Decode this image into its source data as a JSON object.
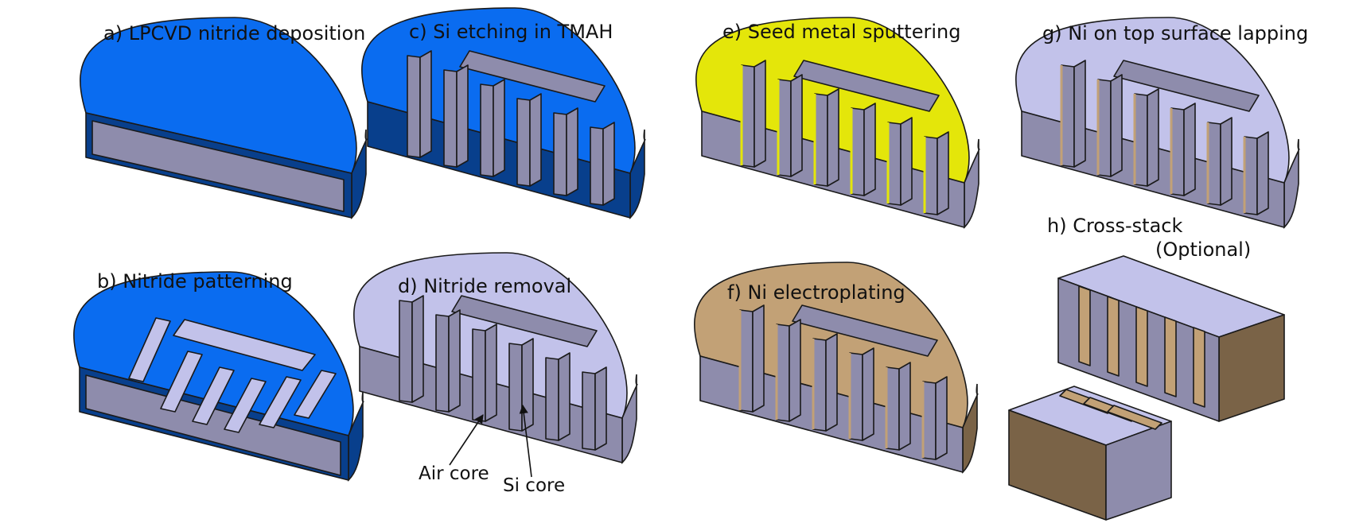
{
  "colors": {
    "nitride": "#0a6cf0",
    "nitride_dark": "#083f8c",
    "silicon": "#c2c2ea",
    "silicon_side": "#8e8cac",
    "seed_metal": "#e4e60a",
    "nickel": "#c2a176",
    "nickel_dark": "#7a6347",
    "outline": "#1a1a1a"
  },
  "steps": {
    "a": {
      "label": "a) LPCVD nitride deposition"
    },
    "b": {
      "label": "b) Nitride patterning"
    },
    "c": {
      "label": "c) Si etching in TMAH"
    },
    "d": {
      "label": "d) Nitride removal",
      "annotations": {
        "air_core": "Air core",
        "si_core": "Si core"
      }
    },
    "e": {
      "label": "e) Seed metal sputtering"
    },
    "f": {
      "label": "f) Ni electroplating"
    },
    "g": {
      "label": "g) Ni on top surface lapping"
    },
    "h": {
      "label": "h) Cross-stack",
      "label_sub": "(Optional)"
    }
  }
}
